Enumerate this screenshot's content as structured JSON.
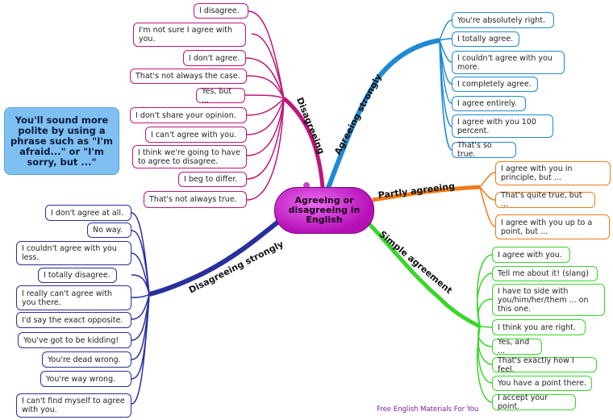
{
  "center": {
    "title": "Agreeing or disagreeing in English"
  },
  "tip": "You'll sound more polite by using a phrase such as \"I'm afraid...\" or \"I'm sorry, but ...\"",
  "footer": "Free English Materials For You",
  "colors": {
    "disagreeing": "#c0157a",
    "agreeing_strongly": "#1e8ad6",
    "partly_agreeing": "#f07a16",
    "simple_agreement": "#37d62a",
    "disagreeing_strongly": "#2a2f9e",
    "center": "#b60fb8"
  },
  "branches": {
    "disagreeing": {
      "label": "Disagreeing",
      "items": [
        "I disagree.",
        "I'm not sure I agree with you.",
        "I don't agree.",
        "That's not always the case.",
        "Yes, but ...",
        "I don't share your opinion.",
        "I can't agree with you.",
        "I think we're going to have to agree to disagree.",
        "I beg to differ.",
        "That's not always true."
      ]
    },
    "agreeing_strongly": {
      "label": "Agreeing strongly",
      "items": [
        "You're absolutely right.",
        "I totally agree.",
        "I couldn't agree with you more.",
        "I completely agree.",
        "I agree entirely.",
        "I agree with you 100 percent.",
        "That's so true."
      ]
    },
    "partly_agreeing": {
      "label": "Partly agreeing",
      "items": [
        "I agree with you in principle, but ...",
        "That's quite true, but ...",
        "I agree with you up to a point, but ..."
      ]
    },
    "simple_agreement": {
      "label": "Simple agreement",
      "items": [
        "I agree with you.",
        "Tell me about it! (slang)",
        "I have to side with you/him/her/them ... on this one.",
        "I think you are right.",
        "Yes, and ...",
        "That's exactly how I feel.",
        "You have a point there.",
        "I accept your point."
      ]
    },
    "disagreeing_strongly": {
      "label": "Disagreeing strongly",
      "items": [
        "I don't agree at all.",
        "No way.",
        "I couldn't agree with you less.",
        "I totally disagree.",
        "I really can't agree with you there.",
        "I'd say the exact opposite.",
        "You've got to be kidding!",
        "You're dead wrong.",
        "You're way wrong.",
        "I can't find myself to agree with you."
      ]
    }
  }
}
